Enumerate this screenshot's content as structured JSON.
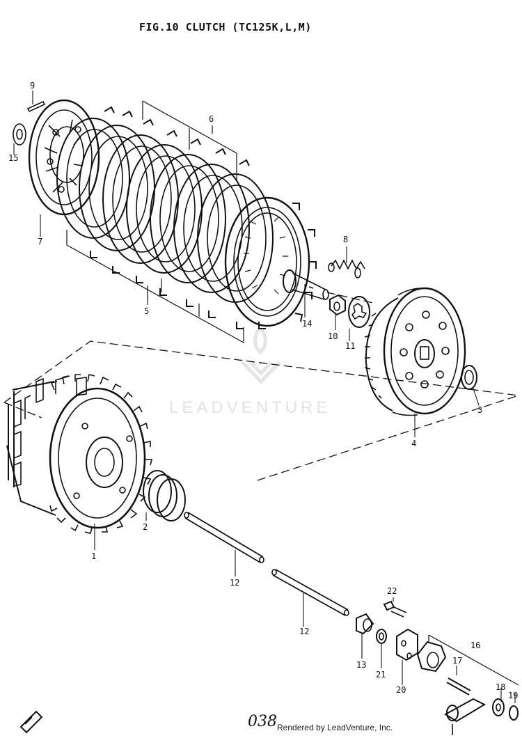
{
  "title": "FIG.10  CLUTCH (TC125K,L,M)",
  "labels": {
    "l1": "1",
    "l2": "2",
    "l3": "3",
    "l4": "4",
    "l5": "5",
    "l6": "6",
    "l7": "7",
    "l8": "8",
    "l9": "9",
    "l10": "10",
    "l11": "11",
    "l12a": "12",
    "l12b": "12",
    "l13": "13",
    "l14": "14",
    "l15": "15",
    "l16": "16",
    "l17": "17",
    "l18": "18",
    "l19": "19",
    "l20": "20",
    "l21": "21",
    "l22": "22"
  },
  "watermark": "LEADVENTURE",
  "page_number": "038",
  "credit": "Rendered by LeadVenture, Inc."
}
